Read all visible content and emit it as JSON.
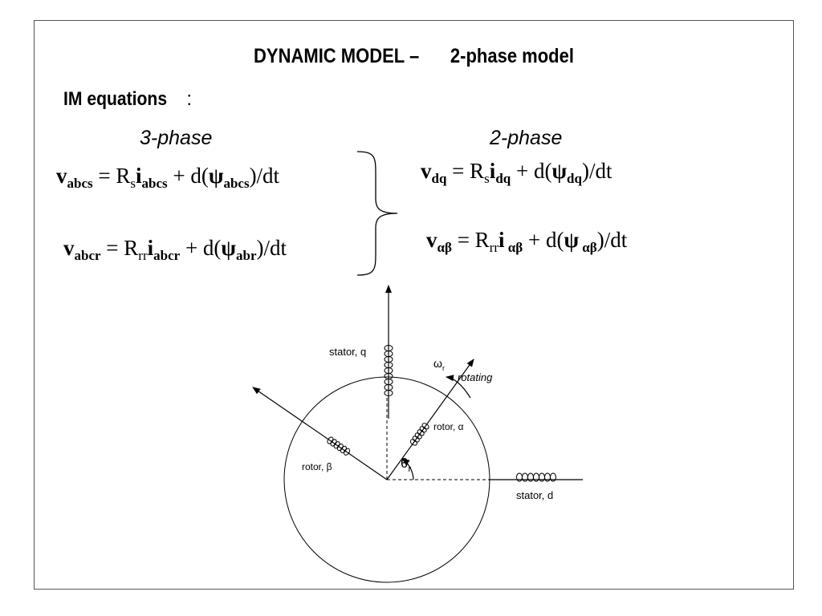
{
  "slide": {
    "title_left": "DYNAMIC MODEL –",
    "title_right": "2-phase model",
    "subtitle_bold": "IM equations",
    "subtitle_rest": " :",
    "column_3phase": "3-phase",
    "column_2phase": "2-phase"
  },
  "equations": {
    "eq_abcs": {
      "v": "v",
      "v_sub": "abcs",
      "mid1": " = R",
      "r_sub": "s",
      "i": "i",
      "i_sub": "abcs",
      "mid2": " + d(",
      "psi": "ψ",
      "psi_sub": "abcs",
      "end": ")/dt"
    },
    "eq_abcr": {
      "v": "v",
      "v_sub": "abcr",
      "mid1": " = R",
      "r_sub": "rr",
      "i": "i",
      "i_sub": "abcr",
      "mid2": " + d(",
      "psi": "ψ",
      "psi_sub": "abr",
      "end": ")/dt"
    },
    "eq_dq": {
      "v": "v",
      "v_sub": "dq",
      "mid1": " = R",
      "r_sub": "s",
      "i": "i",
      "i_sub": "dq",
      "mid2": " + d(",
      "psi": "ψ",
      "psi_sub": "dq",
      "end": ")/dt"
    },
    "eq_ab": {
      "v": "v",
      "v_sub": "αβ",
      "mid1": " = R",
      "r_sub": "rr",
      "i": "i",
      "i_sub": " αβ",
      "mid2": " + d(",
      "psi": "ψ",
      "psi_sub": " αβ",
      "end": ")/dt"
    }
  },
  "diagram": {
    "stator_q": "stator, q",
    "stator_d": "stator, d",
    "rotor_alpha": "rotor, α",
    "rotor_beta": "rotor, β",
    "omega": "ω",
    "omega_sub": "r",
    "rotating": "rotating",
    "theta": "θ",
    "theta_sub": "r"
  }
}
